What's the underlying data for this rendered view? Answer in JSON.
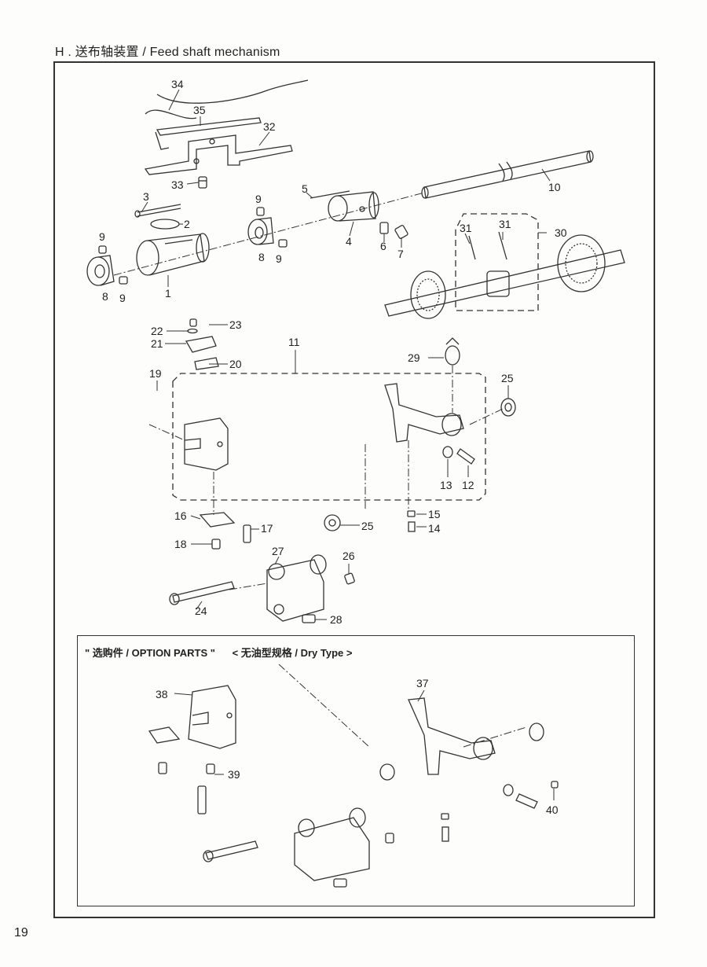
{
  "header": {
    "title": "H . 送布轴装置 / Feed shaft mechanism"
  },
  "option_section": {
    "title": "\" 选购件 / OPTION PARTS \"",
    "subtitle": "< 无油型规格 / Dry Type >"
  },
  "page_number": "19",
  "part_labels": {
    "p1": "1",
    "p2": "2",
    "p3": "3",
    "p4": "4",
    "p5": "5",
    "p6": "6",
    "p7": "7",
    "p8a": "8",
    "p8b": "8",
    "p9a": "9",
    "p9b": "9",
    "p9c": "9",
    "p9d": "9",
    "p10": "10",
    "p11": "11",
    "p12": "12",
    "p13": "13",
    "p14": "14",
    "p15": "15",
    "p16": "16",
    "p17": "17",
    "p18": "18",
    "p19": "19",
    "p20": "20",
    "p21": "21",
    "p22": "22",
    "p23": "23",
    "p24": "24",
    "p25a": "25",
    "p25b": "25",
    "p26": "26",
    "p27": "27",
    "p28": "28",
    "p29": "29",
    "p30": "30",
    "p31a": "31",
    "p31b": "31",
    "p32": "32",
    "p33": "33",
    "p34": "34",
    "p35": "35",
    "p37": "37",
    "p38": "38",
    "p39": "39",
    "p40": "40"
  }
}
